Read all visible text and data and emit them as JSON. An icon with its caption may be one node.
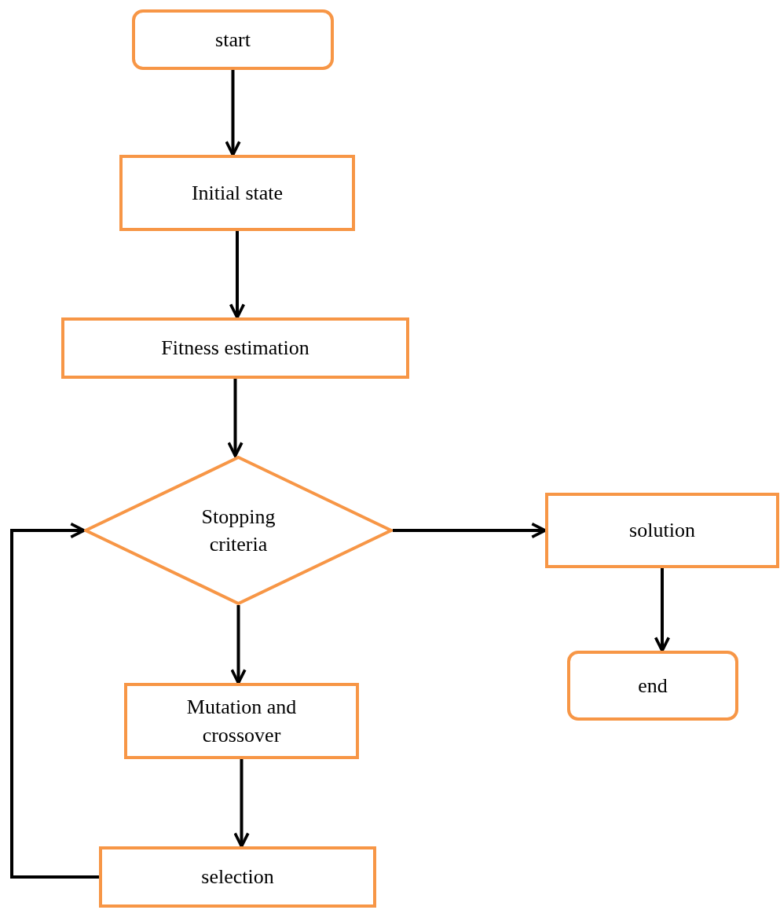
{
  "diagram": {
    "nodes": [
      {
        "text": [
          "start"
        ]
      },
      {
        "text": [
          "Initial state"
        ]
      },
      {
        "text": [
          "Fitness estimation"
        ]
      },
      {
        "text": [
          "Stopping criteria"
        ]
      },
      {
        "text": [
          "solution"
        ]
      },
      {
        "text": [
          "end"
        ]
      },
      {
        "text": [
          "Mutation and crossover"
        ]
      },
      {
        "text": [
          "selection"
        ]
      }
    ],
    "edges": [
      {
        "from": 0,
        "to": 1,
        "arrow": "to"
      },
      {
        "from": 1,
        "to": 2,
        "arrow": "to"
      },
      {
        "from": 2,
        "to": 3,
        "arrow": "to"
      },
      {
        "from": 3,
        "to": 4,
        "arrow": "to"
      },
      {
        "from": 4,
        "to": 5,
        "arrow": "to"
      },
      {
        "from": 3,
        "to": 6,
        "arrow": "to"
      },
      {
        "from": 6,
        "to": 7,
        "arrow": "to"
      },
      {
        "from": 7,
        "to": 3,
        "arrow": "to"
      }
    ]
  }
}
